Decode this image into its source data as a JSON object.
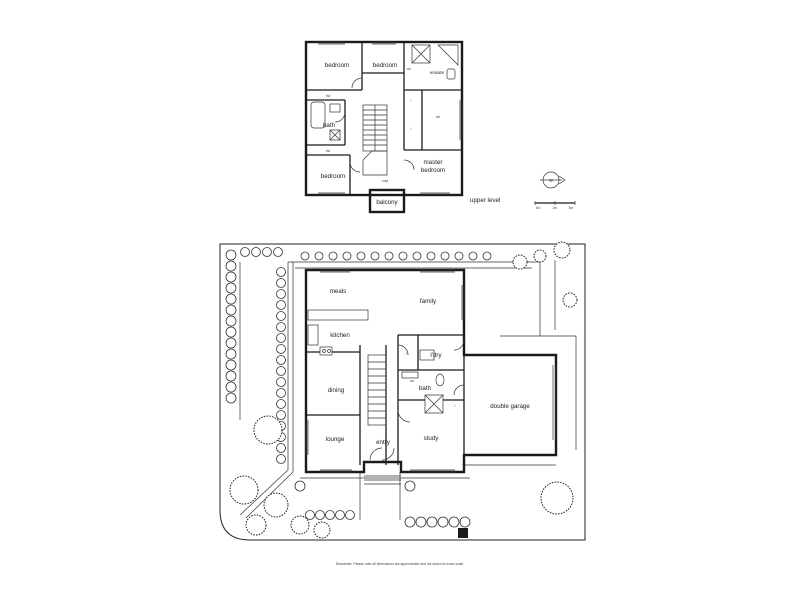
{
  "upper": {
    "rooms": {
      "bed1": "bedroom",
      "bed2": "bedroom",
      "ensuite": "ensuite",
      "bw1": "bw",
      "bath": "bath",
      "bw2": "bw",
      "wir": "wir",
      "bed3": "bedroom",
      "void": "void",
      "master1": "master",
      "master2": "bedroom",
      "balcony": "balcony",
      "l1": "l",
      "l2": "l",
      "wc": "wc"
    },
    "level_label": "upper level"
  },
  "ground": {
    "rooms": {
      "meals": "meals",
      "family": "family",
      "kitchen": "kitchen",
      "ldry": "l'dry",
      "bath": "bath",
      "dining": "dining",
      "garage": "double garage",
      "lounge": "lounge",
      "entry": "entry",
      "study": "study",
      "l1": "l",
      "l2": "l",
      "wc": "wc"
    }
  },
  "scale": {
    "marks": [
      "1m",
      "2m",
      "3m"
    ]
  },
  "compass": {
    "letter": "N"
  },
  "disclaimer": "Disclaimer: Please note all dimensions are approximate and not drawn to exact scale."
}
